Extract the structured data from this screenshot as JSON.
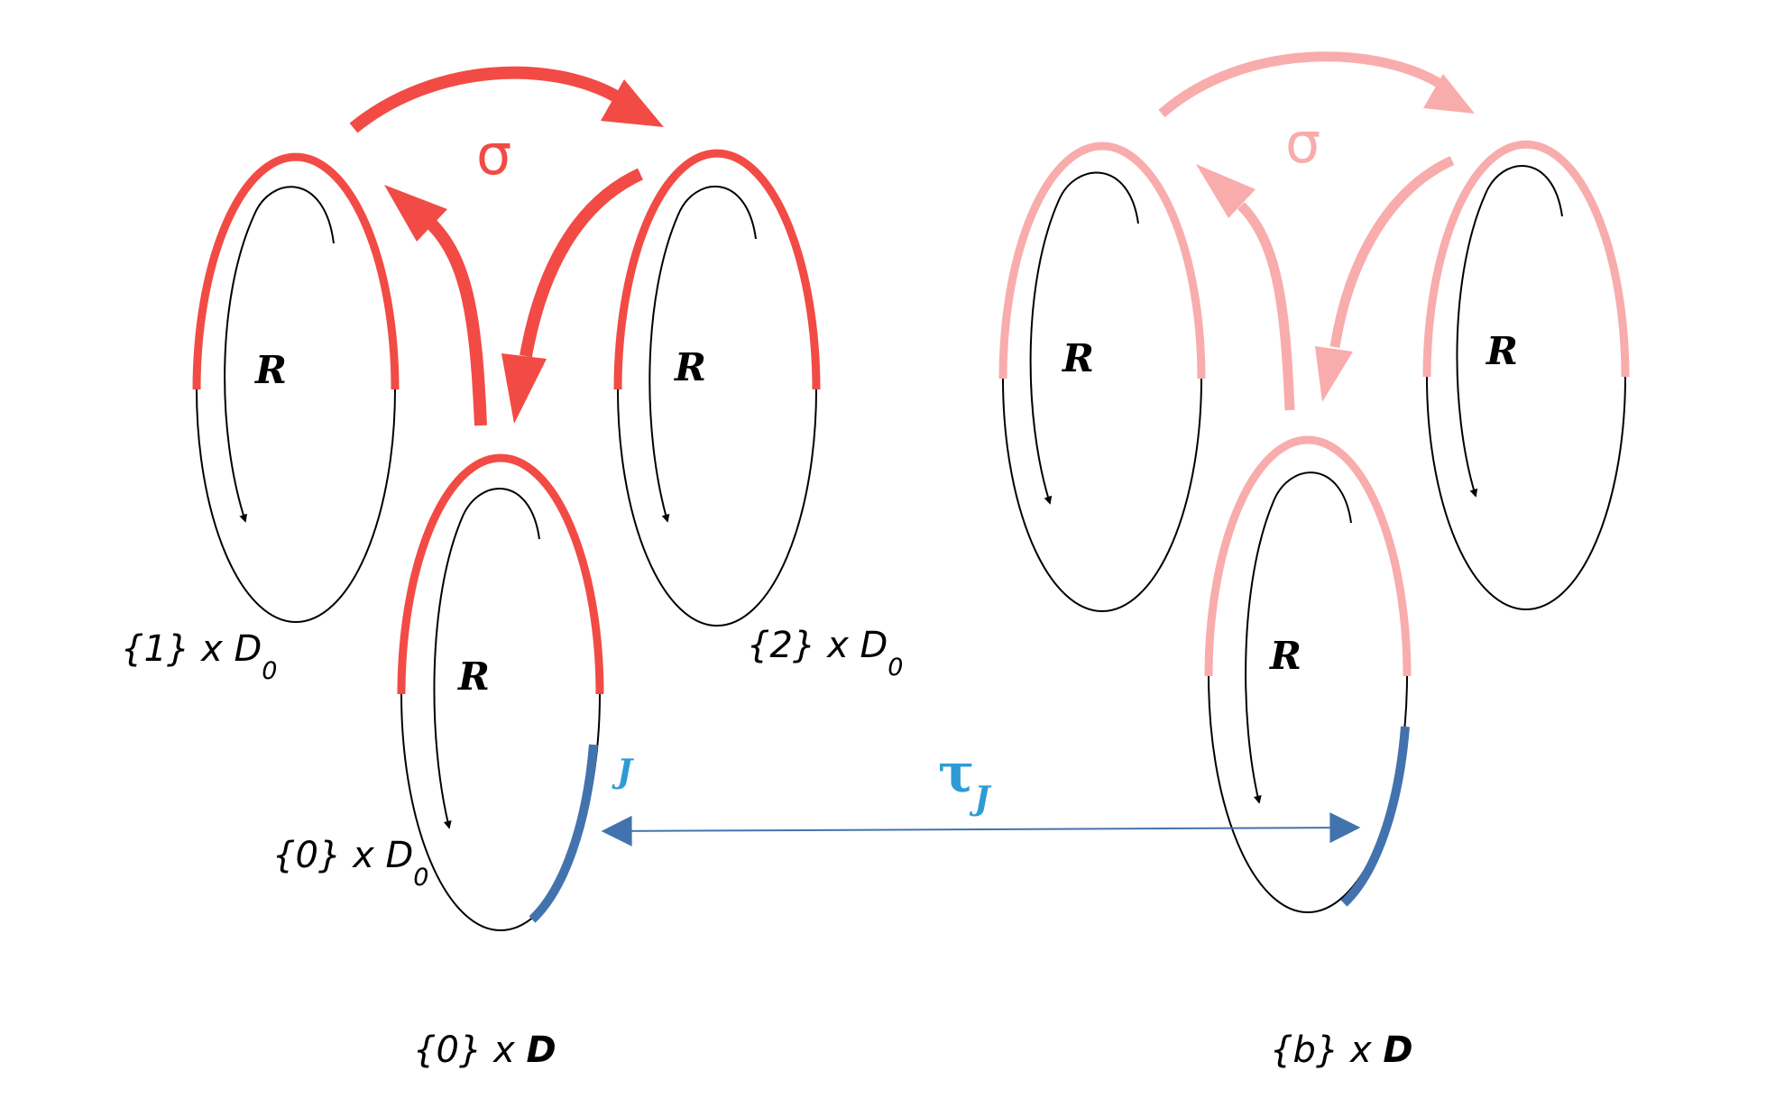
{
  "colors": {
    "red": "#f24b45",
    "pink": "#f9acac",
    "blue": "#4373ae",
    "blue_text": "#2e9bd6",
    "black": "#000000"
  },
  "left_group": {
    "sigma": "σ",
    "discs": [
      {
        "rotation_label": "R",
        "set_prefix": "{1} x ",
        "set_D": "D",
        "set_sub": "0"
      },
      {
        "rotation_label": "R",
        "set_prefix": "{2} x ",
        "set_D": "D",
        "set_sub": "0"
      },
      {
        "rotation_label": "R",
        "set_prefix": "{0} x ",
        "set_D": "D",
        "set_sub": "0"
      }
    ],
    "group_label": {
      "prefix": "{0} x ",
      "D": "D"
    }
  },
  "right_group": {
    "sigma": "σ",
    "discs": [
      {
        "rotation_label": "R"
      },
      {
        "rotation_label": "R"
      },
      {
        "rotation_label": "R"
      }
    ],
    "group_label": {
      "prefix": "{b} x ",
      "D": "D"
    }
  },
  "interval": {
    "label": "J"
  },
  "map": {
    "symbol": "τ",
    "sub": "J"
  }
}
